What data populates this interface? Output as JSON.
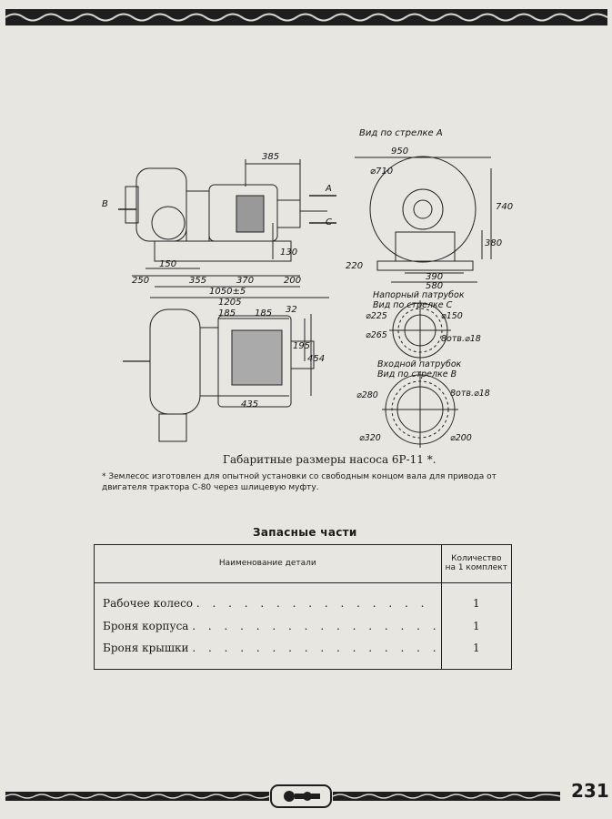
{
  "drawing": {
    "labels": {
      "view_a": "Вид по стрелке А",
      "arrow_b": "В",
      "arrow_a": "А",
      "arrow_c": "С",
      "discharge_title1": "Напорный патрубок",
      "discharge_title2": "Вид по стрелке С",
      "inlet_title1": "Входной патрубок",
      "inlet_title2": "Вид по стрелке В"
    },
    "dimensions": {
      "d385": "385",
      "d150": "150",
      "d250": "250",
      "d355": "355",
      "d370": "370",
      "d200": "200",
      "d130": "130",
      "d1050": "1050±5",
      "d1205": "1205",
      "d185a": "185",
      "d185b": "185",
      "d32": "32",
      "d195": "195",
      "d454": "454",
      "d435": "435",
      "d950": "950",
      "d710": "⌀710",
      "d740": "740",
      "d380": "380",
      "d220": "220",
      "d390": "390",
      "d580": "580",
      "c225": "⌀225",
      "c150": "⌀150",
      "c265": "⌀265",
      "holes_c": "8отв.⌀18",
      "c280": "⌀280",
      "holes_b": "8отв.⌀18",
      "c320": "⌀320",
      "c200": "⌀200"
    }
  },
  "caption": "Габаритные размеры насоса 6Р-11 *.",
  "footnote": "* Землесос изготовлен для опытной установки со свободным концом вала для привода от двигателя трактора С-80 через шлицевую муфту.",
  "spare_parts": {
    "title": "Запасные части",
    "col_name": "Наименование детали",
    "col_qty_line1": "Количество",
    "col_qty_line2": "на 1 комплект",
    "rows": [
      {
        "name": "Рабочее колесо",
        "qty": "1"
      },
      {
        "name": "Броня корпуса",
        "qty": "1"
      },
      {
        "name": "Броня крышки",
        "qty": "1"
      }
    ]
  },
  "page_number": "231"
}
